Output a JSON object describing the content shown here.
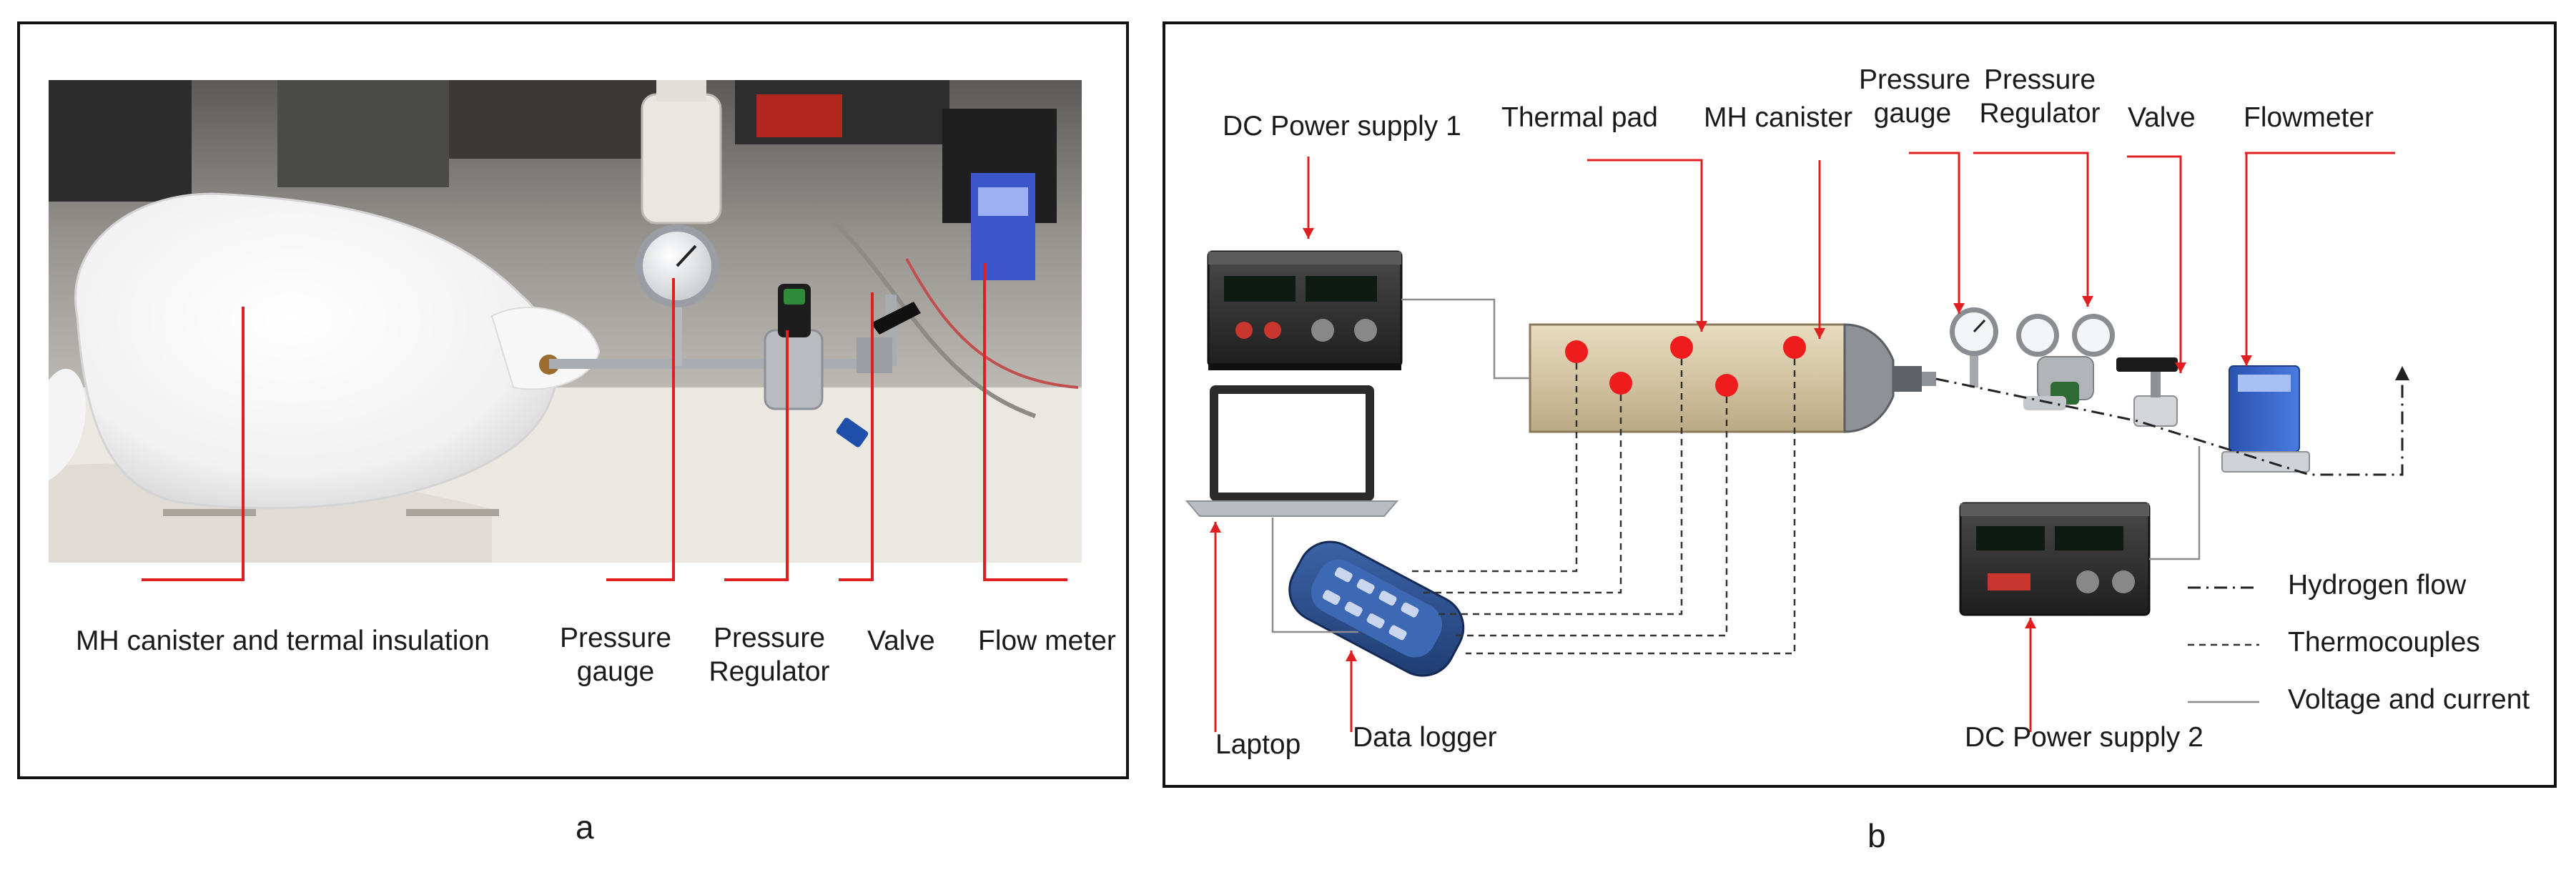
{
  "panel_a": {
    "letter": "a",
    "labels": {
      "canister": "MH canister and termal insulation",
      "gauge_line1": "Pressure",
      "gauge_line2": "gauge",
      "regulator_line1": "Pressure",
      "regulator_line2": "Regulator",
      "valve": "Valve",
      "flowmeter": "Flow meter"
    }
  },
  "panel_b": {
    "letter": "b",
    "labels": {
      "dc1": "DC Power supply 1",
      "thermal_pad": "Thermal pad",
      "mh_canister": "MH canister",
      "gauge_line1": "Pressure",
      "gauge_line2": "gauge",
      "regulator_line1": "Pressure",
      "regulator_line2": "Regulator",
      "valve": "Valve",
      "flowmeter": "Flowmeter",
      "laptop": "Laptop",
      "data_logger": "Data logger",
      "dc2": "DC Power supply 2"
    },
    "legend": {
      "hydrogen": "Hydrogen flow",
      "thermocouples": "Thermocouples",
      "voltage": "Voltage and current"
    },
    "colors": {
      "callout": "#e02020",
      "thermocouple_dot": "#ee1c1c",
      "canister_body": "#d4c4a3",
      "logger": "#2a4f8c",
      "flowmeter": "#2f5fc0"
    }
  }
}
